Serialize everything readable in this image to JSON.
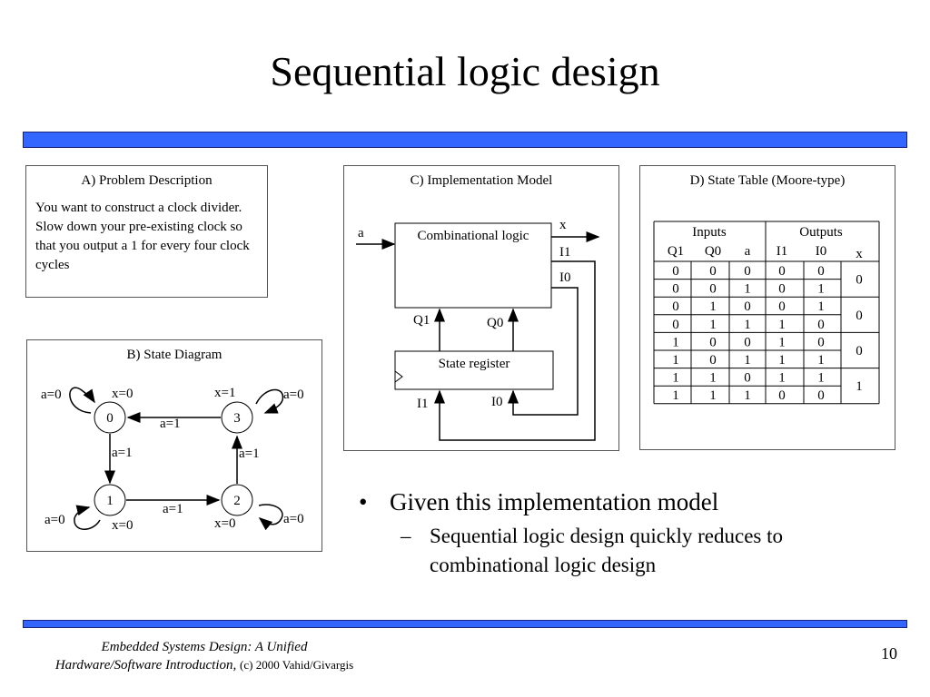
{
  "title": "Sequential logic design",
  "panel_a": {
    "title": "A) Problem Description",
    "text": "You want to construct a clock divider.  Slow down your pre-existing clock so that you output a 1 for every four clock cycles"
  },
  "panel_b": {
    "title": "B) State Diagram",
    "states": [
      "0",
      "1",
      "2",
      "3"
    ],
    "labels": {
      "s0_self": "a=0",
      "s0_out": "x=0",
      "s3_out": "x=1",
      "s3_self": "a=0",
      "t30": "a=1",
      "t01": "a=1",
      "t23": "a=1",
      "t12": "a=1",
      "s1_self": "a=0",
      "s1_out": "x=0",
      "s2_out": "x=0",
      "s2_self": "a=0"
    }
  },
  "panel_c": {
    "title": "C) Implementation Model",
    "comb_logic": "Combinational logic",
    "state_register": "State register",
    "signals": {
      "a": "a",
      "x": "x",
      "i1_out": "I1",
      "i0_out": "I0",
      "q1": "Q1",
      "q0": "Q0",
      "i1_in": "I1",
      "i0_in": "I0"
    }
  },
  "panel_d": {
    "title": "D) State Table (Moore-type)",
    "group_headers": [
      "Inputs",
      "Outputs"
    ],
    "columns": [
      "Q1",
      "Q0",
      "a",
      "I1",
      "I0",
      "x"
    ],
    "rows": [
      [
        "0",
        "0",
        "0",
        "0",
        "0"
      ],
      [
        "0",
        "0",
        "1",
        "0",
        "1"
      ],
      [
        "0",
        "1",
        "0",
        "0",
        "1"
      ],
      [
        "0",
        "1",
        "1",
        "1",
        "0"
      ],
      [
        "1",
        "0",
        "0",
        "1",
        "0"
      ],
      [
        "1",
        "0",
        "1",
        "1",
        "1"
      ],
      [
        "1",
        "1",
        "0",
        "1",
        "1"
      ],
      [
        "1",
        "1",
        "1",
        "0",
        "0"
      ]
    ],
    "x_values": [
      "0",
      "0",
      "0",
      "1"
    ]
  },
  "bullets": {
    "main": "Given this implementation model",
    "sub": "Sequential logic design quickly reduces to combinational logic design",
    "dot": "•",
    "dash": "–"
  },
  "footer": {
    "book1": "Embedded Systems Design: A Unified",
    "book2": "Hardware/Software Introduction,",
    "copyright": "(c) 2000 Vahid/Givargis",
    "page": "10"
  },
  "colors": {
    "bar": "#3366ff"
  }
}
